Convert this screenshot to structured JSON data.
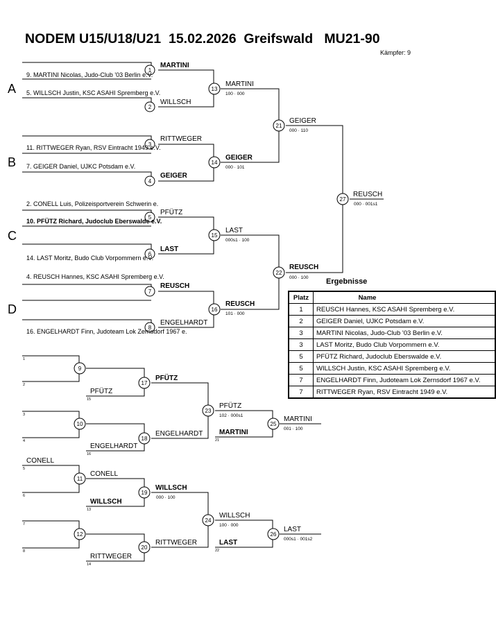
{
  "header": {
    "title": "NODEM U15/U18/U21  15.02.2026  Greifswald   MU21-90",
    "kaempfer": "Kämpfer: 9"
  },
  "pools": [
    "A",
    "B",
    "C",
    "D"
  ],
  "entrants": [
    "9. MARTINI Nicolas, Judo-Club '03 Berlin e.V.",
    "5. WILLSCH Justin, KSC ASAHI Spremberg e.V.",
    "11. RITTWEGER Ryan, RSV Eintracht 1949 e.V.",
    "7. GEIGER Daniel, UJKC Potsdam e.V.",
    "2. CONELL Luis, Polizeisportverein Schwerin e.",
    "10. PFÜTZ Richard, Judoclub Eberswalde e.V.",
    "14. LAST Moritz, Budo Club Vorpommern e.V.",
    "4. REUSCH Hannes, KSC ASAHI Spremberg e.V.",
    "16. ENGELHARDT Finn, Judoteam Lok Zernsdorf 1967 e."
  ],
  "main_bracket": {
    "round1": [
      {
        "num": "1",
        "top": "MARTINI",
        "bottom": ""
      },
      {
        "num": "2",
        "top": "",
        "bottom": "WILLSCH"
      },
      {
        "num": "3",
        "top": "RITTWEGER",
        "bottom": ""
      },
      {
        "num": "4",
        "top": "",
        "bottom": "GEIGER"
      },
      {
        "num": "5",
        "top": "PFÜTZ",
        "bottom": ""
      },
      {
        "num": "6",
        "top": "",
        "bottom": "LAST"
      },
      {
        "num": "7",
        "top": "REUSCH",
        "bottom": ""
      },
      {
        "num": "8",
        "top": "",
        "bottom": "ENGELHARDT"
      }
    ],
    "round2": [
      {
        "num": "13",
        "top": "MARTINI",
        "score_top": "100 · 000",
        "bottom": "GEIGER",
        "score_bottom": "000 · 101"
      },
      {
        "num": "14",
        "winner": "GEIGER"
      },
      {
        "num": "15",
        "top": "LAST",
        "score_top": "000s1 · 100",
        "bottom": "REUSCH",
        "score_bottom": "101 · 000"
      },
      {
        "num": "16",
        "winner": "REUSCH"
      }
    ],
    "labels": {
      "m1_top": "MARTINI",
      "m2_bottom": "WILLSCH",
      "m3_top": "RITTWEGER",
      "m4_bottom": "GEIGER",
      "m5_top": "PFÜTZ",
      "m6_bottom": "LAST",
      "m7_top": "REUSCH",
      "m8_bottom": "ENGELHARDT",
      "m13_winner": "MARTINI",
      "m13_score": "100 · 000",
      "m14_winner": "GEIGER",
      "m14_score": "000 · 101",
      "m15_winner": "LAST",
      "m15_score": "000s1 · 100",
      "m16_winner": "REUSCH",
      "m16_score": "101 · 000",
      "m21_winner": "GEIGER",
      "m21_score": "000 · 110",
      "m22_winner": "REUSCH",
      "m22_score": "000 · 100",
      "m27_winner": "REUSCH",
      "m27_score": "000 · 001s1"
    },
    "match_numbers": [
      "1",
      "2",
      "3",
      "4",
      "5",
      "6",
      "7",
      "8",
      "13",
      "14",
      "15",
      "16",
      "21",
      "22",
      "27"
    ]
  },
  "repechage": {
    "labels": {
      "r9_bottom": "PFÜTZ",
      "r9_bottom_ref": "15",
      "r10_bottom": "ENGELHARDT",
      "r10_bottom_ref": "16",
      "r17_winner": "PFÜTZ",
      "r18_winner": "ENGELHARDT",
      "r23_winner": "PFÜTZ",
      "r23_score": "102 · 000s1",
      "r23_bottom": "MARTINI",
      "r23_bottom_ref": "21",
      "r25_winner": "MARTINI",
      "r25_score": "001 · 100",
      "r11_top": "CONELL",
      "r11_winner": "CONELL",
      "r11_bottom": "WILLSCH",
      "r11_bottom_ref": "13",
      "r19_winner": "WILLSCH",
      "r19_score": "000 · 100",
      "r12_bottom": "RITTWEGER",
      "r12_bottom_ref": "14",
      "r20_winner": "RITTWEGER",
      "r24_winner": "WILLSCH",
      "r24_score": "100 · 000",
      "r24_bottom": "LAST",
      "r24_bottom_ref": "22",
      "r26_winner": "LAST",
      "r26_score": "000s1 · 001s2"
    },
    "slot_numbers": [
      "1",
      "2",
      "3",
      "4",
      "5",
      "6",
      "7",
      "8"
    ],
    "match_numbers": [
      "9",
      "10",
      "11",
      "12",
      "17",
      "18",
      "19",
      "20",
      "23",
      "24",
      "25",
      "26"
    ]
  },
  "results": {
    "title": "Ergebnisse",
    "headers": {
      "place": "Platz",
      "name": "Name"
    },
    "rows": [
      {
        "place": "1",
        "name": "REUSCH Hannes, KSC ASAHI Spremberg e.V."
      },
      {
        "place": "2",
        "name": "GEIGER Daniel, UJKC Potsdam e.V."
      },
      {
        "place": "3",
        "name": "MARTINI Nicolas, Judo-Club '03 Berlin e.V."
      },
      {
        "place": "3",
        "name": "LAST Moritz, Budo Club Vorpommern e.V."
      },
      {
        "place": "5",
        "name": "PFÜTZ Richard, Judoclub Eberswalde e.V."
      },
      {
        "place": "5",
        "name": "WILLSCH Justin, KSC ASAHI Spremberg e.V."
      },
      {
        "place": "7",
        "name": "ENGELHARDT Finn, Judoteam Lok Zernsdorf 1967 e.V."
      },
      {
        "place": "7",
        "name": "RITTWEGER Ryan, RSV Eintracht 1949 e.V."
      }
    ]
  }
}
